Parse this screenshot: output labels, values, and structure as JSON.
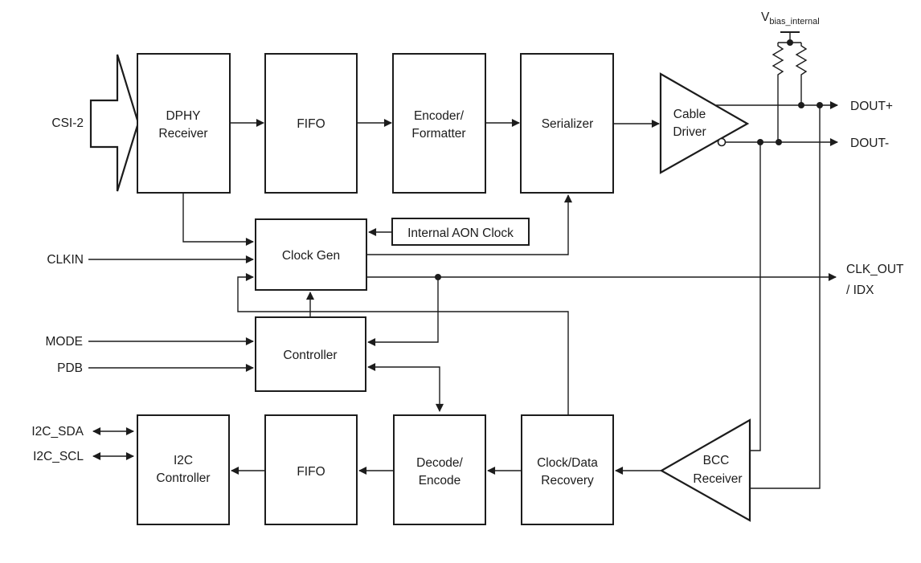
{
  "diagram_type": "block-diagram",
  "labels": {
    "csi2": "CSI-2",
    "dphy1": "DPHY",
    "dphy2": "Receiver",
    "fifo_top": "FIFO",
    "enc1": "Encoder/",
    "enc2": "Formatter",
    "serializer": "Serializer",
    "cable1": "Cable",
    "cable2": "Driver",
    "vbias_v": "V",
    "vbias_sub": "bias_internal",
    "doutp": "DOUT+",
    "doutm": "DOUT-",
    "aon": "Internal AON Clock",
    "clkgen": "Clock Gen",
    "clkin": "CLKIN",
    "clkout": "CLK_OUT",
    "idx": "/ IDX",
    "controller": "Controller",
    "mode": "MODE",
    "pdb": "PDB",
    "i2c1": "I2C",
    "i2c2": "Controller",
    "i2c_sda": "I2C_SDA",
    "i2c_scl": "I2C_SCL",
    "fifo_bottom": "FIFO",
    "dec1": "Decode/",
    "dec2": "Encode",
    "cdr1": "Clock/Data",
    "cdr2": "Recovery",
    "bcc1": "BCC",
    "bcc2": "Receiver"
  },
  "colors": {
    "ink": "#1c1c1c",
    "background": "#ffffff"
  }
}
